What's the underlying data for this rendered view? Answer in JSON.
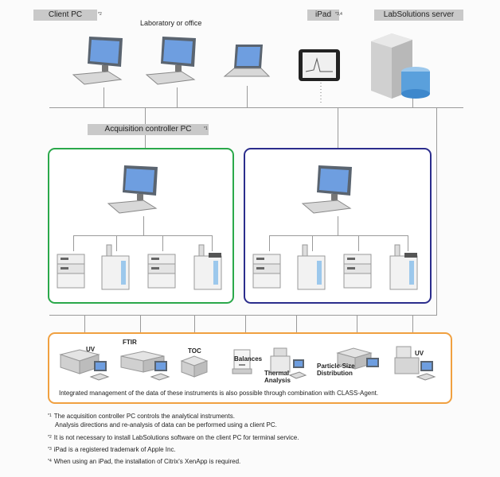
{
  "header": {
    "client_pc": "Client PC",
    "client_pc_note": "*2",
    "lab_office": "Laboratory or office",
    "ipad": "iPad",
    "ipad_note": "*3,4",
    "server": "LabSolutions server"
  },
  "acquisition": {
    "label": "Acquisition controller PC",
    "note": "*1"
  },
  "instruments": {
    "uv1": "UV",
    "ftir": "FTIR",
    "toc": "TOC",
    "balances": "Balances",
    "thermal": "Thermal Analysis",
    "particle": "Particle-Size Distribution",
    "uv2": "UV",
    "caption": "Integrated management of the data of these instruments is also possible through combination with CLASS-Agent."
  },
  "footnotes": [
    {
      "mark": "*1",
      "text": "The acquisition controller PC controls the analytical instruments."
    },
    {
      "mark": "",
      "text": "Analysis directions and re-analysis of data can be performed using a client PC."
    },
    {
      "mark": "*2",
      "text": "It is not necessary to install LabSolutions software on the client PC for terminal service."
    },
    {
      "mark": "*3",
      "text": "iPad is a registered trademark of Apple Inc."
    },
    {
      "mark": "*4",
      "text": "When using an iPad, the installation of Citrix's XenApp is required."
    }
  ],
  "colors": {
    "green_box": "#2aa84a",
    "blue_box": "#2b2d8c",
    "orange_box": "#f0a040",
    "line": "#9a9a9a",
    "tag_bg": "#c9c9c9"
  }
}
